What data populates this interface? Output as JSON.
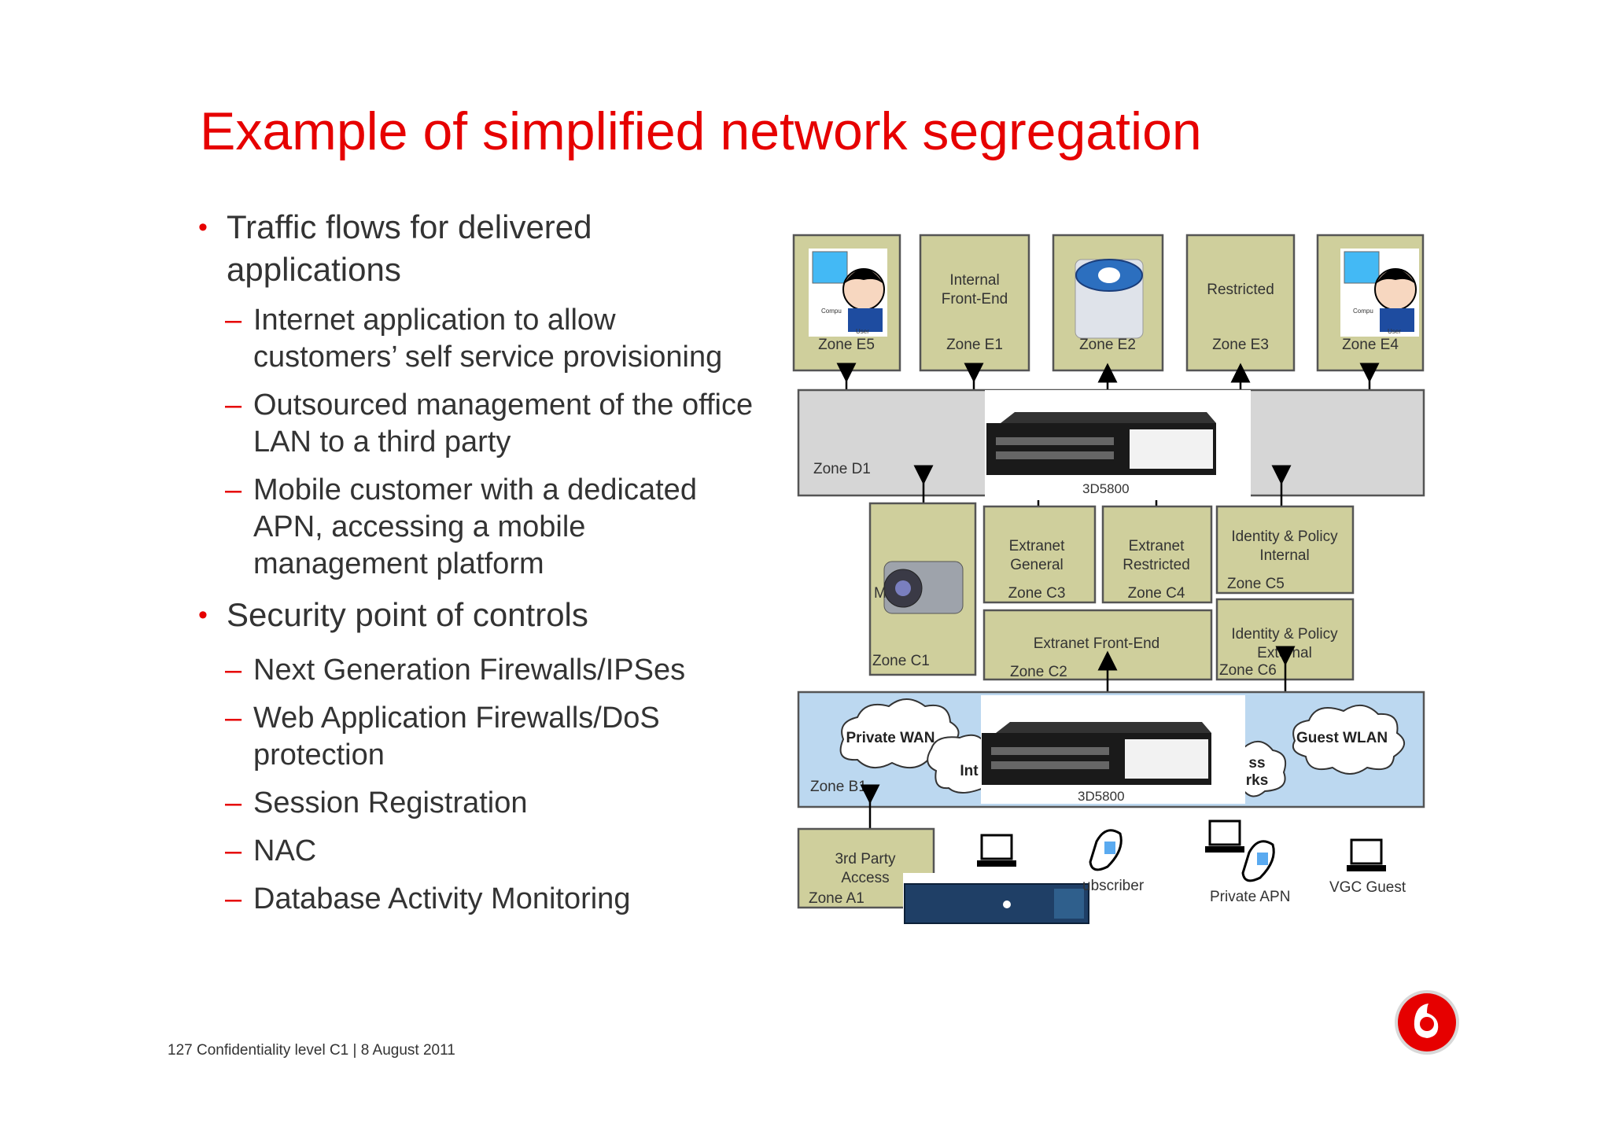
{
  "title": "Example of simplified network segregation",
  "bullets": [
    {
      "level": 1,
      "text": "Traffic flows for delivered applications"
    },
    {
      "level": 2,
      "text": "Internet application to allow customers’ self service provisioning"
    },
    {
      "level": 2,
      "text": "Outsourced management of the office LAN to a third party"
    },
    {
      "level": 2,
      "text": "Mobile customer with a dedicated APN, accessing a mobile management platform"
    },
    {
      "level": 1,
      "text": "Security point of controls"
    },
    {
      "level": 2,
      "text": "Next Generation Firewalls/IPSes"
    },
    {
      "level": 2,
      "text": "Web Application Firewalls/DoS protection"
    },
    {
      "level": 2,
      "text": "Session Registration"
    },
    {
      "level": 2,
      "text": "NAC"
    },
    {
      "level": 2,
      "text": "Database Activity Monitoring"
    }
  ],
  "dash": "–",
  "footer": "127 Confidentiality level  C1 |   8 August 2011",
  "diagram": {
    "zones": {
      "e5": "Zone E5",
      "e1_title1": "Internal",
      "e1_title2": "Front-End",
      "e1": "Zone E1",
      "e2": "Zone E2",
      "e3_title": "Restricted",
      "e3": "Zone E3",
      "e4": "Zone E4",
      "d1": "Zone D1",
      "c1": "Zone C1",
      "c1_letter": "M",
      "c3_title1": "Extranet",
      "c3_title2": "General",
      "c3": "Zone C3",
      "c4_title1": "Extranet",
      "c4_title2": "Restricted",
      "c4": "Zone C4",
      "c5_title1": "Identity & Policy",
      "c5_title2": "Internal",
      "c5": "Zone C5",
      "c2_title": "Extranet Front-End",
      "c2": "Zone C2",
      "c6_title1": "Identity & Policy",
      "c6_title2": "External",
      "c6": "Zone C6",
      "b1": "Zone B1",
      "a1_title1": "3rd Party",
      "a1_title2": "Access",
      "a1": "Zone A1"
    },
    "device_label_top": "3D5800",
    "device_label_bottom": "3D5800",
    "clouds": {
      "private_wan": "Private WAN",
      "guest_wlan": "Guest WLAN",
      "internet_partial": "Int",
      "networks_partial1": "ss",
      "networks_partial2": "rks"
    },
    "endpoints": {
      "subscriber": "ubscriber",
      "private_apn": "Private APN",
      "vgc_guest": "VGC Guest"
    },
    "icon_labels": {
      "computer": "Compu",
      "user": "User"
    }
  },
  "colors": {
    "title": "#e60000",
    "zone_fill": "#cfcf9c",
    "dmz_fill": "#d6d6d6",
    "wan_fill": "#bcd8f0",
    "vodafone_red": "#e60000"
  }
}
